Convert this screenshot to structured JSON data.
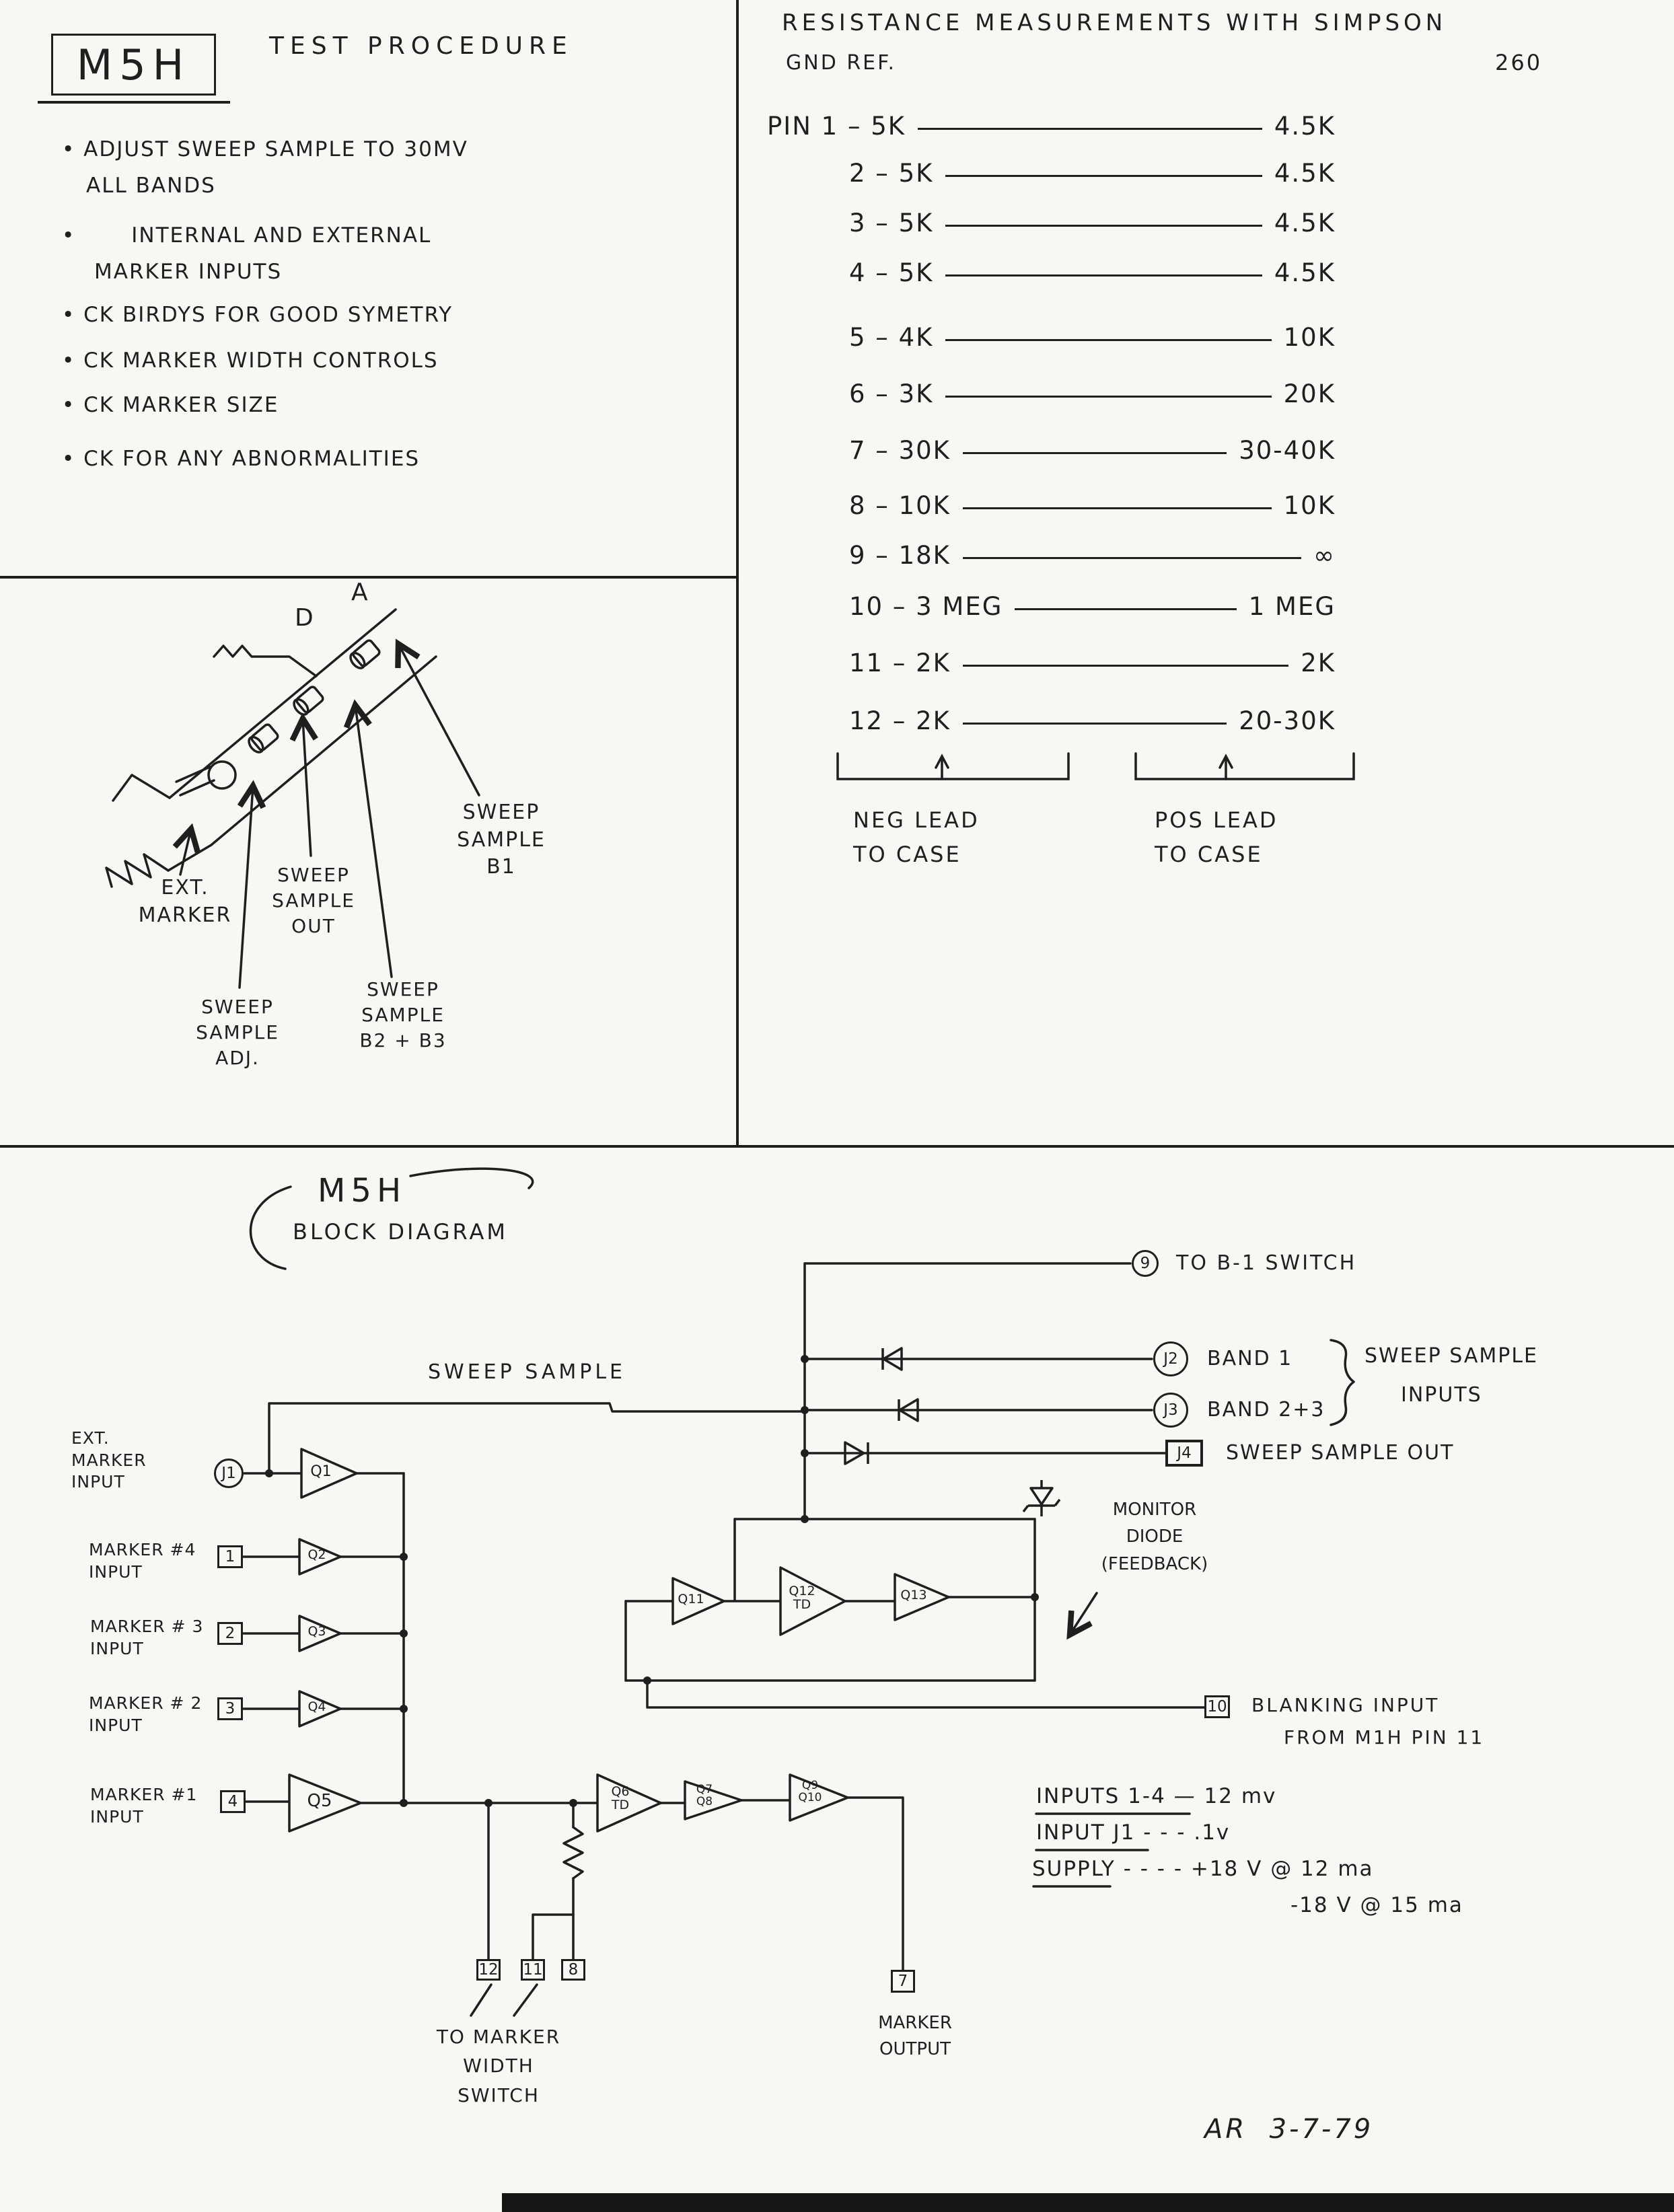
{
  "page": {
    "paper": "#f8f7f3",
    "ink": "#1f1f1f"
  },
  "procedure": {
    "box_label": "M5H",
    "title": "TEST PROCEDURE",
    "lines": [
      "• ADJUST SWEEP SAMPLE TO 30MV",
      "ALL BANDS",
      "•       INTERNAL AND EXTERNAL",
      "MARKER INPUTS",
      "• CK BIRDYS FOR GOOD SYMETRY",
      "• CK MARKER WIDTH CONTROLS",
      "• CK MARKER SIZE",
      "• CK FOR ANY ABNORMALITIES"
    ]
  },
  "resistance": {
    "title": "RESISTANCE MEASUREMENTS WITH SIMPSON",
    "meter": "260",
    "subtitle": "GND REF.",
    "rows": [
      {
        "pin": "PIN 1 – 5K",
        "val": "4.5K"
      },
      {
        "pin": "2 – 5K",
        "val": "4.5K"
      },
      {
        "pin": "3 – 5K",
        "val": "4.5K"
      },
      {
        "pin": "4 – 5K",
        "val": "4.5K"
      },
      {
        "pin": "5 – 4K",
        "val": "10K"
      },
      {
        "pin": "6 – 3K",
        "val": "20K"
      },
      {
        "pin": "7 – 30K",
        "val": "30-40K"
      },
      {
        "pin": "8 – 10K",
        "val": "10K"
      },
      {
        "pin": "9 – 18K",
        "val": "∞"
      },
      {
        "pin": "10 – 3 MEG",
        "val": "1 MEG"
      },
      {
        "pin": "11 – 2K",
        "val": "2K"
      },
      {
        "pin": "12 – 2K",
        "val": "20-30K"
      }
    ],
    "neg_label": [
      "NEG LEAD",
      "TO CASE"
    ],
    "pos_label": [
      "POS LEAD",
      "TO CASE"
    ]
  },
  "sketch": {
    "letters": {
      "d": "D",
      "a": "A"
    },
    "labels": {
      "sweep_sample_b1": [
        "SWEEP",
        "SAMPLE",
        "B1"
      ],
      "ext_marker": [
        "EXT.",
        "MARKER"
      ],
      "sweep_sample_out": [
        "SWEEP",
        "SAMPLE",
        "OUT"
      ],
      "sweep_sample_adj": [
        "SWEEP",
        "SAMPLE",
        "ADJ."
      ],
      "sweep_sample_b23": [
        "SWEEP",
        "SAMPLE",
        "B2 + B3"
      ]
    }
  },
  "diagram": {
    "title": "M5H",
    "subtitle": "BLOCK DIAGRAM",
    "sweep_sample": "SWEEP SAMPLE",
    "inputs": [
      {
        "label": [
          "EXT.",
          "MARKER",
          "INPUT"
        ],
        "node": "J1",
        "amp": "Q1"
      },
      {
        "label": [
          "MARKER #4",
          "INPUT"
        ],
        "node": "1",
        "amp": "Q2"
      },
      {
        "label": [
          "MARKER # 3",
          "INPUT"
        ],
        "node": "2",
        "amp": "Q3"
      },
      {
        "label": [
          "MARKER # 2",
          "INPUT"
        ],
        "node": "3",
        "amp": "Q4"
      },
      {
        "label": [
          "MARKER #1",
          "INPUT"
        ],
        "node": "4",
        "amp": "Q5"
      }
    ],
    "mid_amps": [
      {
        "amp": "Q11"
      },
      {
        "amp": [
          "Q12",
          "TD"
        ]
      },
      {
        "amp": "Q13"
      }
    ],
    "out_amps": [
      {
        "amp": [
          "Q6",
          "TD"
        ]
      },
      {
        "amp": [
          "Q7",
          "Q8"
        ]
      },
      {
        "amp": [
          "Q9",
          "Q10"
        ]
      }
    ],
    "outputs": {
      "b1_switch": {
        "node": "9",
        "label": "TO B-1 SWITCH"
      },
      "band1": {
        "node": "J2",
        "label": "BAND 1"
      },
      "band23": {
        "node": "J3",
        "label": "BAND 2+3"
      },
      "sweep_inputs_brace": [
        "SWEEP SAMPLE",
        "INPUTS"
      ],
      "sweep_out": {
        "node": "J4",
        "label": "SWEEP SAMPLE OUT"
      },
      "monitor": [
        "MONITOR",
        "DIODE",
        "(FEEDBACK)"
      ],
      "blanking": {
        "node": "10",
        "label1": "BLANKING INPUT",
        "label2": "FROM M1H PIN 11"
      },
      "marker_output": {
        "node": "7",
        "label": [
          "MARKER",
          "OUTPUT"
        ]
      },
      "width_switch": {
        "nodes": [
          "12",
          "11",
          "8"
        ],
        "label": [
          "TO MARKER",
          "WIDTH",
          "SWITCH"
        ]
      }
    },
    "notes": [
      "INPUTS 1-4 — 12 mv",
      "INPUT J1 - - - .1v",
      "SUPPLY - - - - +18 V @ 12 ma",
      "-18 V @ 15 ma"
    ],
    "signature": "AR  3-7-79"
  }
}
